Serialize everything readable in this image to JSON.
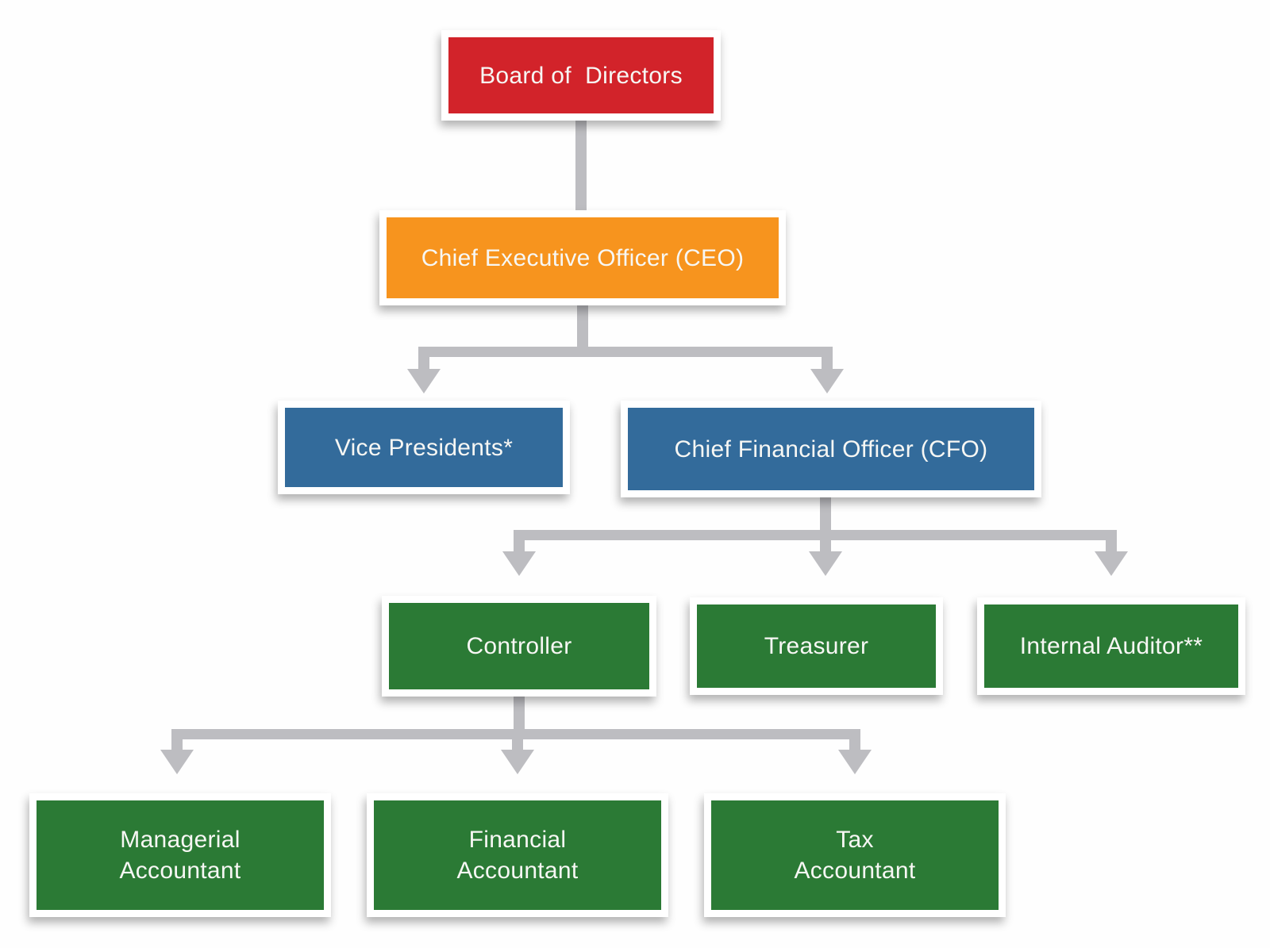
{
  "palette": {
    "board_red": "#d2232a",
    "ceo_orange": "#f7941e",
    "executive_blue": "#336b9b",
    "accounting_green": "#2b7a35",
    "connector_gray": "#bdbdc1",
    "label_text": "#f7f7f4",
    "frame_white": "#ffffff"
  },
  "nodes": {
    "board": {
      "label": "Board of  Directors",
      "color": "#d2232a"
    },
    "ceo": {
      "label": "Chief Executive Officer (CEO)",
      "color": "#f7941e"
    },
    "vice_presidents": {
      "label": "Vice Presidents*",
      "color": "#336b9b"
    },
    "cfo": {
      "label": "Chief Financial Officer (CFO)",
      "color": "#336b9b"
    },
    "controller": {
      "label": "Controller",
      "color": "#2b7a35"
    },
    "treasurer": {
      "label": "Treasurer",
      "color": "#2b7a35"
    },
    "internal_auditor": {
      "label": "Internal Auditor**",
      "color": "#2b7a35"
    },
    "managerial_accountant": {
      "label": "Managerial\nAccountant",
      "color": "#2b7a35"
    },
    "financial_accountant": {
      "label": "Financial\nAccountant",
      "color": "#2b7a35"
    },
    "tax_accountant": {
      "label": "Tax\nAccountant",
      "color": "#2b7a35"
    }
  },
  "edges": [
    {
      "from": "board",
      "to": "ceo"
    },
    {
      "from": "ceo",
      "to": "vice_presidents"
    },
    {
      "from": "ceo",
      "to": "cfo"
    },
    {
      "from": "cfo",
      "to": "controller"
    },
    {
      "from": "cfo",
      "to": "treasurer"
    },
    {
      "from": "cfo",
      "to": "internal_auditor"
    },
    {
      "from": "controller",
      "to": "managerial_accountant"
    },
    {
      "from": "controller",
      "to": "financial_accountant"
    },
    {
      "from": "controller",
      "to": "tax_accountant"
    }
  ]
}
